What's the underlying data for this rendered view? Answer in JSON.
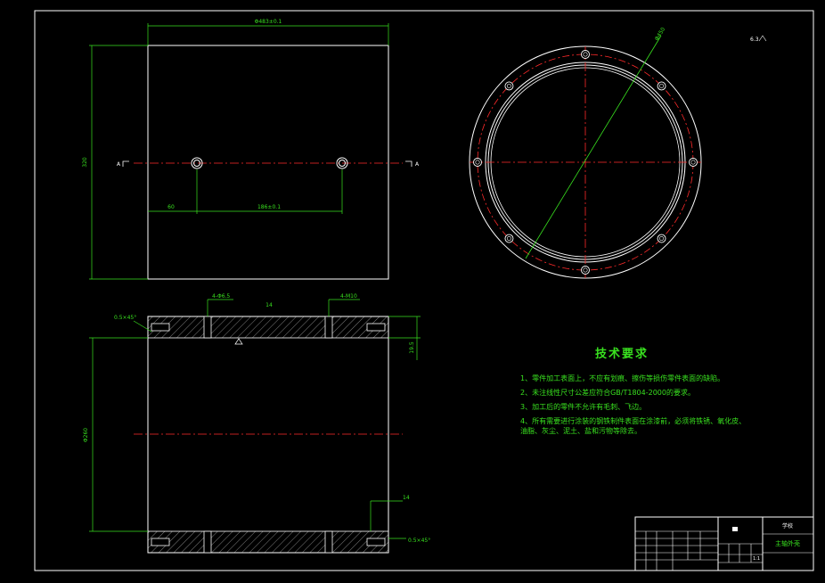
{
  "title_block": {
    "company": "学校",
    "drawing_name": "主轴外壳",
    "scale": "1:1"
  },
  "tech_requirements": {
    "title": "技术要求",
    "items": [
      "1、零件加工表面上，不应有划痕、擦伤等损伤零件表面的缺陷。",
      "2、未注线性尺寸公差应符合GB/T1804-2000的要求。",
      "3、加工后的零件不允许有毛刺、飞边。",
      "4、所有需要进行涂装的钢铁制件表面在涂漆前，必须将铁锈、氧化皮、油脂、灰尘、泥土、盐和污物等除去。"
    ]
  },
  "dimensions": {
    "top_width": "Φ483±0.1",
    "pin_spacing": "186±0.1",
    "pin_offset": "60",
    "top_height": "320",
    "hole_left": "4-Φ6.5",
    "hole_right": "4-M10",
    "wall": "14",
    "flange_dim": "19.5",
    "chamfer_top": "0.5×45°",
    "chamfer_bottom": "0.5×45°",
    "body_height": "Φ260",
    "step": "14",
    "section_mark": "A",
    "circle_dia": "Φ450",
    "roughness": "6.3"
  }
}
